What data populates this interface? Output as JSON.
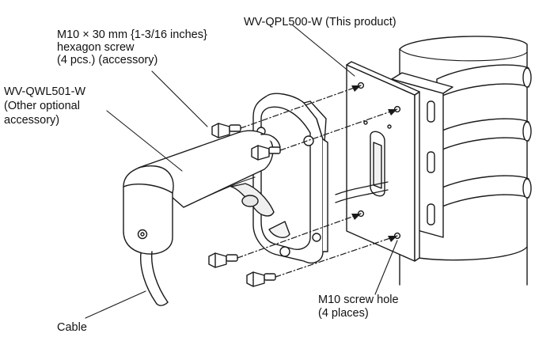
{
  "labels": {
    "screw": [
      "M10 × 30 mm {1-3/16 inches}",
      "hexagon screw",
      "(4 pcs.) (accessory)"
    ],
    "product": "WV-QPL500-W (This product)",
    "optional": [
      "WV-QWL501-W",
      "(Other optional",
      "accessory)"
    ],
    "hole": [
      "M10 screw hole",
      "(4 places)"
    ],
    "cable": "Cable"
  }
}
